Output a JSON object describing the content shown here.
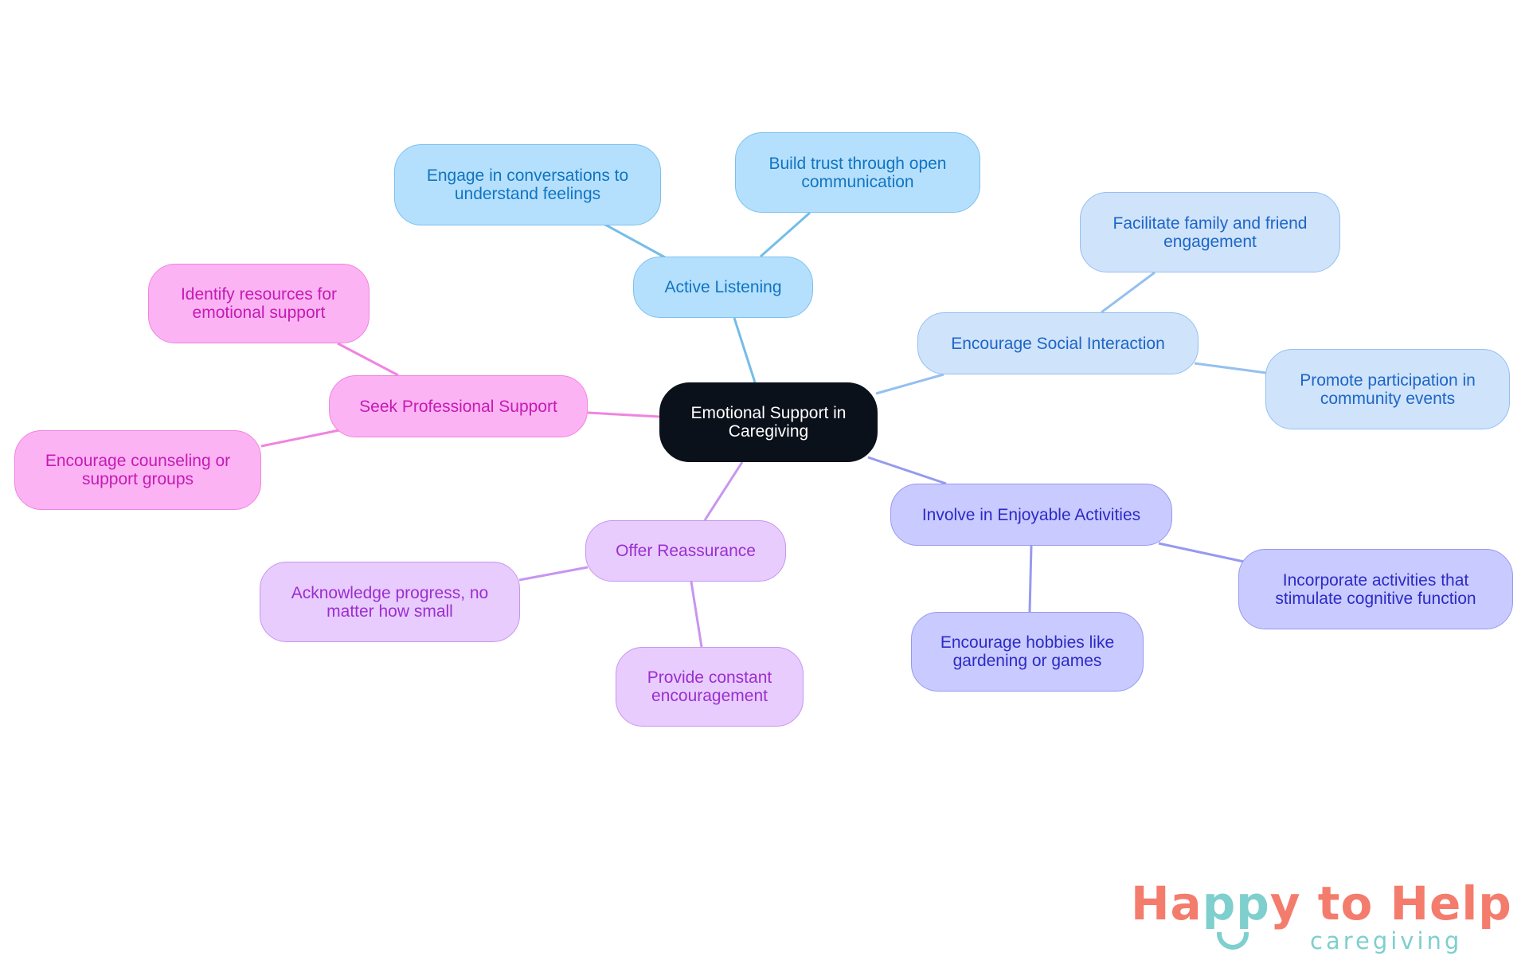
{
  "mindmap": {
    "root": {
      "label": "Emotional Support in Caregiving"
    },
    "branches": [
      {
        "label": "Active Listening",
        "color": "#b5e0fd",
        "children": [
          {
            "label": "Engage in conversations to understand feelings"
          },
          {
            "label": "Build trust through open communication"
          }
        ]
      },
      {
        "label": "Encourage Social Interaction",
        "color": "#cfe3fb",
        "children": [
          {
            "label": "Facilitate family and friend engagement"
          },
          {
            "label": "Promote participation in community events"
          }
        ]
      },
      {
        "label": "Involve in Enjoyable Activities",
        "color": "#c9caff",
        "children": [
          {
            "label": "Incorporate activities that stimulate cognitive function"
          },
          {
            "label": "Encourage hobbies like gardening or games"
          }
        ]
      },
      {
        "label": "Offer Reassurance",
        "color": "#e8ccfd",
        "children": [
          {
            "label": "Acknowledge progress, no matter how small"
          },
          {
            "label": "Provide constant encouragement"
          }
        ]
      },
      {
        "label": "Seek Professional Support",
        "color": "#fcb3f3",
        "children": [
          {
            "label": "Identify resources for emotional support"
          },
          {
            "label": "Encourage counseling or support groups"
          }
        ]
      }
    ]
  },
  "logo": {
    "ha": "Ha",
    "pp": "pp",
    "rest": "y to Help",
    "sub": "caregiving",
    "primary_color": "#f47c6c",
    "accent_color": "#7ecfcd"
  }
}
